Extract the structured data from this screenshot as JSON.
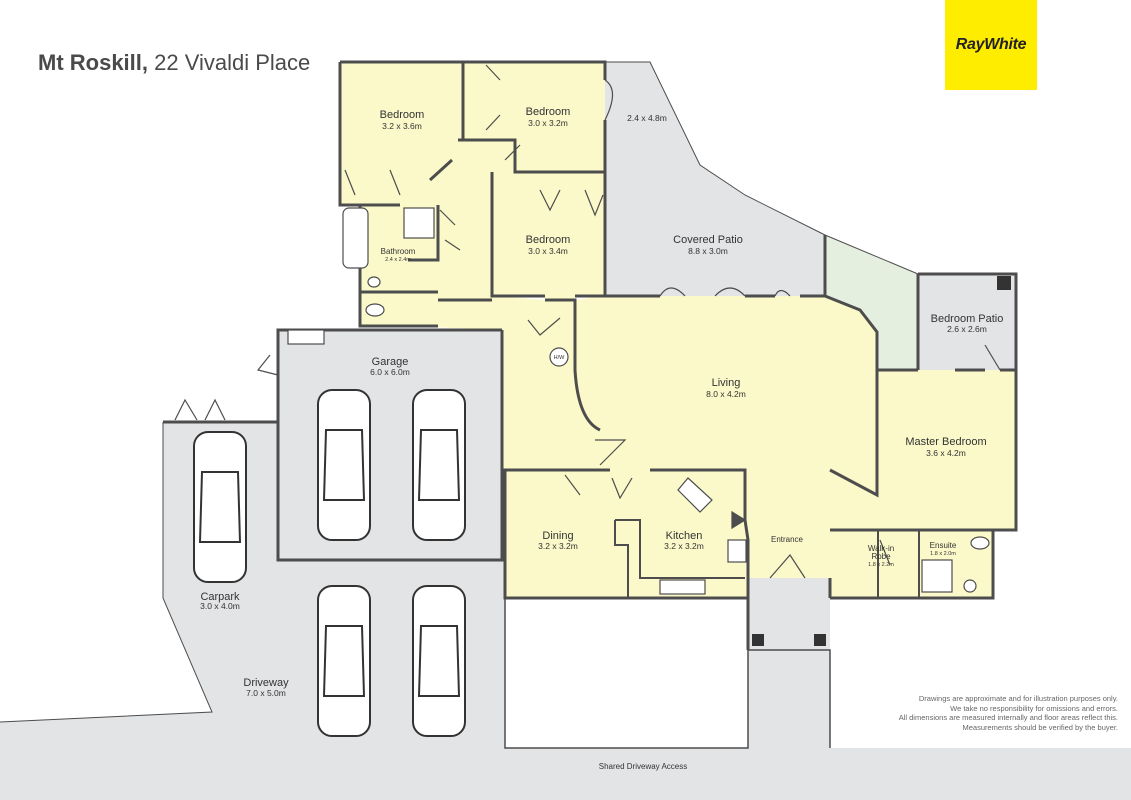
{
  "header": {
    "suburb": "Mt Roskill,",
    "address": "22 Vivaldi Place"
  },
  "logo": {
    "text": "RayWhite"
  },
  "rooms": {
    "bedroom_1": {
      "name": "Bedroom",
      "dims": "3.2 x 3.6m"
    },
    "bedroom_2": {
      "name": "Bedroom",
      "dims": "3.0 x 3.2m"
    },
    "bedroom_3": {
      "name": "Bedroom",
      "dims": "3.0 x 3.4m"
    },
    "patio_side": {
      "dims": "2.4 x 4.8m"
    },
    "covered_patio": {
      "name": "Covered Patio",
      "dims": "8.8 x 3.0m"
    },
    "bathroom": {
      "name": "Bathroom",
      "dims": "2.4 x 2.4m"
    },
    "bedroom_patio": {
      "name": "Bedroom Patio",
      "dims": "2.6 x 2.6m"
    },
    "garage": {
      "name": "Garage",
      "dims": "6.0 x 6.0m"
    },
    "hw": {
      "name": "H/W"
    },
    "living": {
      "name": "Living",
      "dims": "8.0 x 4.2m"
    },
    "master_bedroom": {
      "name": "Master Bedroom",
      "dims": "3.6 x 4.2m"
    },
    "dining": {
      "name": "Dining",
      "dims": "3.2 x 3.2m"
    },
    "kitchen": {
      "name": "Kitchen",
      "dims": "3.2 x 3.2m"
    },
    "entrance": {
      "name": "Entrance"
    },
    "walk_in_robe": {
      "name": "Walk-in Robe",
      "name_line1": "Walk-in",
      "name_line2": "Robe",
      "dims": "1.8 x 2.2m"
    },
    "ensuite": {
      "name": "Ensuite",
      "dims": "1.8 x 2.0m"
    },
    "carpark": {
      "name": "Carpark",
      "dims": "3.0 x 4.0m"
    },
    "driveway": {
      "name": "Driveway",
      "dims": "7.0 x 5.0m"
    }
  },
  "footer": {
    "shared_driveway": "Shared Driveway Access"
  },
  "disclaimer": {
    "line1": "Drawings are approximate and for illustration purposes only.",
    "line2": "We take no responsibility for omissions and errors.",
    "line3": "All dimensions are measured internally and floor areas reflect this.",
    "line4": "Measurements should be verified by the buyer."
  },
  "colors": {
    "interior": "#fbf9c9",
    "exterior": "#e3e4e6",
    "garden": "#e5efe0",
    "wall": "#4d4d4d",
    "logo_bg": "#ffed00"
  }
}
